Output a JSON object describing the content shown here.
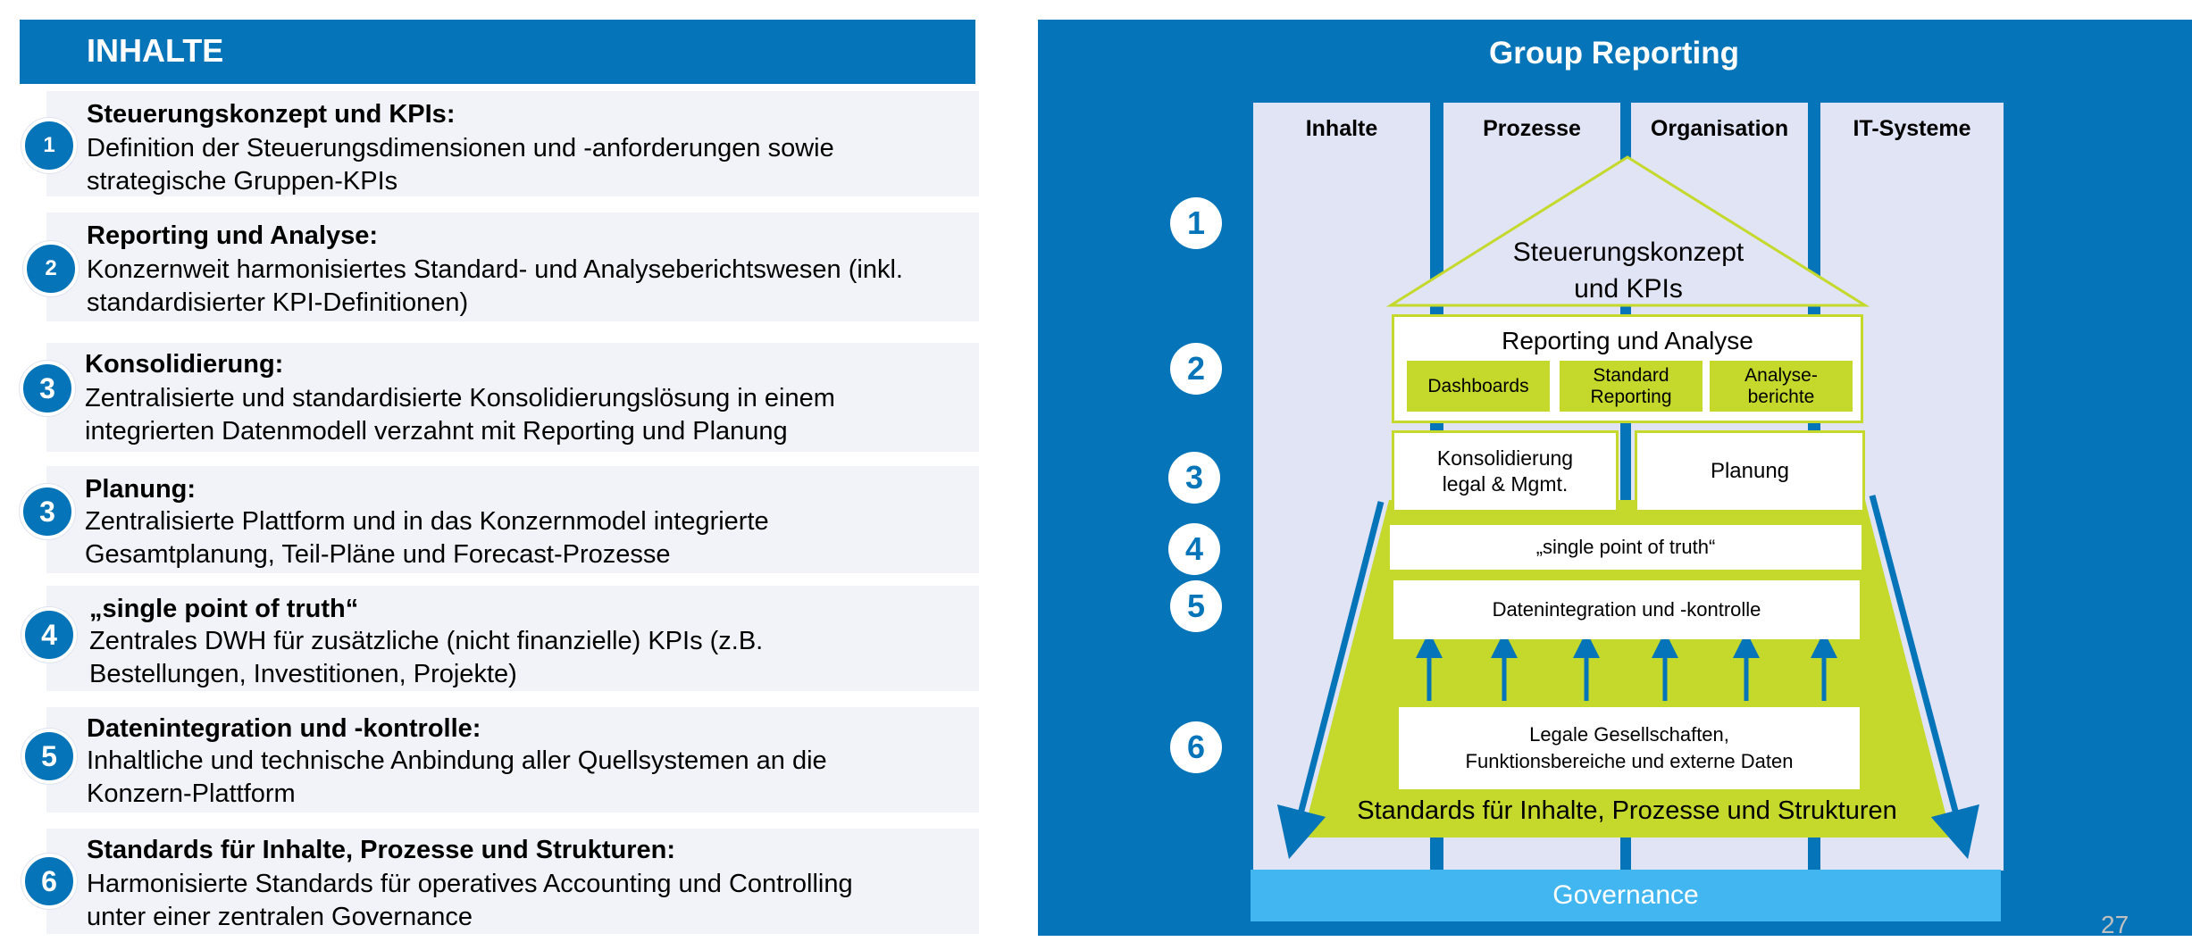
{
  "left": {
    "header": "INHALTE",
    "items": [
      {
        "num": "1",
        "title": "Steuerungskonzept und KPIs:",
        "desc": "Definition der Steuerungsdimensionen und -anforderungen sowie\nstrategische Gruppen-KPIs"
      },
      {
        "num": "2",
        "title": "Reporting und Analyse:",
        "desc": "Konzernweit harmonisiertes Standard- und Analyseberichtswesen (inkl.\nstandardisierter KPI-Definitionen)"
      },
      {
        "num": "3",
        "title": "Konsolidierung:",
        "desc": "Zentralisierte und standardisierte Konsolidierungslösung in einem\nintegrierten Datenmodell verzahnt mit Reporting und Planung"
      },
      {
        "num": "3",
        "title": "Planung:",
        "desc": "Zentralisierte Plattform und in das Konzernmodel integrierte\nGesamtplanung, Teil-Pläne und Forecast-Prozesse"
      },
      {
        "num": "4",
        "title": "„single point of truth“",
        "desc": "Zentrales DWH für zusätzliche (nicht finanzielle) KPIs (z.B.\nBestellungen, Investitionen, Projekte)"
      },
      {
        "num": "5",
        "title": "Datenintegration und -kontrolle:",
        "desc": "Inhaltliche und technische Anbindung aller Quellsystemen an die\nKonzern-Plattform"
      },
      {
        "num": "6",
        "title": "Standards für Inhalte, Prozesse und Strukturen:",
        "desc": "Harmonisierte Standards für operatives Accounting und Controlling\nunter einer zentralen Governance"
      }
    ]
  },
  "right": {
    "title": "Group Reporting",
    "columns": [
      "Inhalte",
      "Prozesse",
      "Organisation",
      "IT-Systeme"
    ],
    "numbers": [
      "1",
      "2",
      "3",
      "4",
      "5",
      "6"
    ],
    "roof": "Steuerungskonzept\nund KPIs",
    "reporting": "Reporting und Analyse",
    "reporting_sub": [
      "Dashboards",
      "Standard\nReporting",
      "Analyse-\nberichte"
    ],
    "konsolidierung": "Konsolidierung\nlegal & Mgmt.",
    "planung": "Planung",
    "sot": "„single point of truth“",
    "datenintegration": "Datenintegration und -kontrolle",
    "legal": "Legale Gesellschaften,\nFunktionsbereiche und externe Daten",
    "standards": "Standards für Inhalte, Prozesse und Strukturen",
    "governance": "Governance"
  },
  "page_number": "27",
  "colors": {
    "primary_blue": "#0574b9",
    "light_blue": "#42b6f0",
    "green": "#c5d92d",
    "column_bg": "#e0e4f4",
    "item_bg": "#f2f3f9"
  }
}
